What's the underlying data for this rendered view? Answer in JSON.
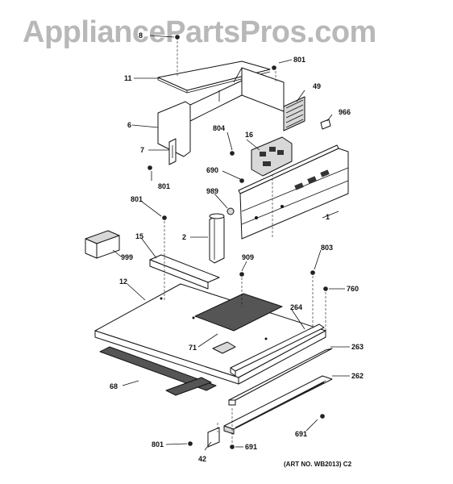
{
  "watermark": "AppliancePartsPros.com",
  "art_number": "(ART NO. WB2013) C2",
  "callouts": {
    "c8": "8",
    "c801a": "801",
    "c11": "11",
    "c49": "49",
    "c966": "966",
    "c6": "6",
    "c804": "804",
    "c16": "16",
    "c7": "7",
    "c690": "690",
    "c801b": "801",
    "c989": "989",
    "c801c": "801",
    "c1": "1",
    "c2": "2",
    "c15": "15",
    "c999": "999",
    "c909": "909",
    "c803": "803",
    "c12": "12",
    "c760": "760",
    "c264": "264",
    "c71": "71",
    "c263": "263",
    "c262": "262",
    "c68": "68",
    "c691a": "691",
    "c801d": "801",
    "c691b": "691",
    "c42": "42"
  },
  "icons": [
    "screw-icon"
  ]
}
